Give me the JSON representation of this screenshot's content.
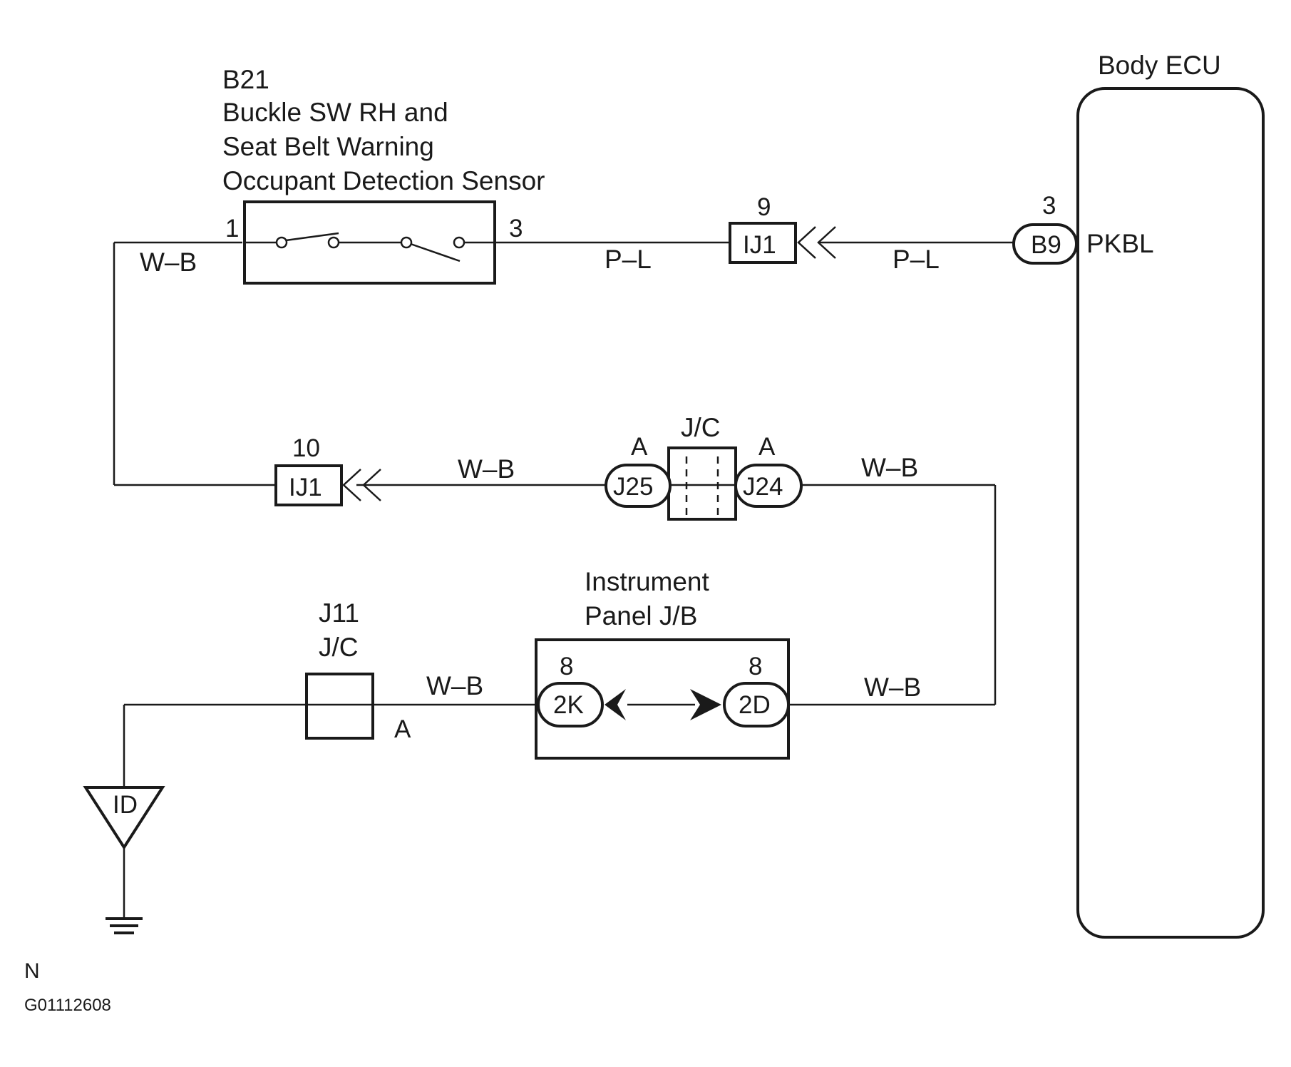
{
  "sensor": {
    "code": "B21",
    "name_line1": "Buckle SW RH and",
    "name_line2": "Seat Belt Warning",
    "name_line3": "Occupant Detection Sensor",
    "pin_left": "1",
    "pin_right": "3"
  },
  "ecu": {
    "title": "Body ECU",
    "connector": "B9",
    "pin": "3",
    "terminal": "PKBL"
  },
  "connector_ij1_top": {
    "label": "IJ1",
    "pin": "9"
  },
  "connector_ij1_mid": {
    "label": "IJ1",
    "pin": "10"
  },
  "jc_middle": {
    "title": "J/C",
    "left_connector": "J25",
    "right_connector": "J24",
    "left_pin": "A",
    "right_pin": "A"
  },
  "instrument_panel": {
    "title_line1": "Instrument",
    "title_line2": "Panel J/B",
    "left_connector": "2K",
    "right_connector": "2D",
    "left_pin": "8",
    "right_pin": "8"
  },
  "jc_bottom": {
    "code": "J11",
    "title": "J/C",
    "pin": "A"
  },
  "ground": {
    "label": "ID"
  },
  "wires": {
    "top_left": "W–B",
    "top_mid": "P–L",
    "top_right": "P–L",
    "mid_left": "W–B",
    "mid_right": "W–B",
    "bottom_left": "W–B",
    "bottom_right": "W–B"
  },
  "footer": {
    "letter": "N",
    "code": "G01112608"
  }
}
